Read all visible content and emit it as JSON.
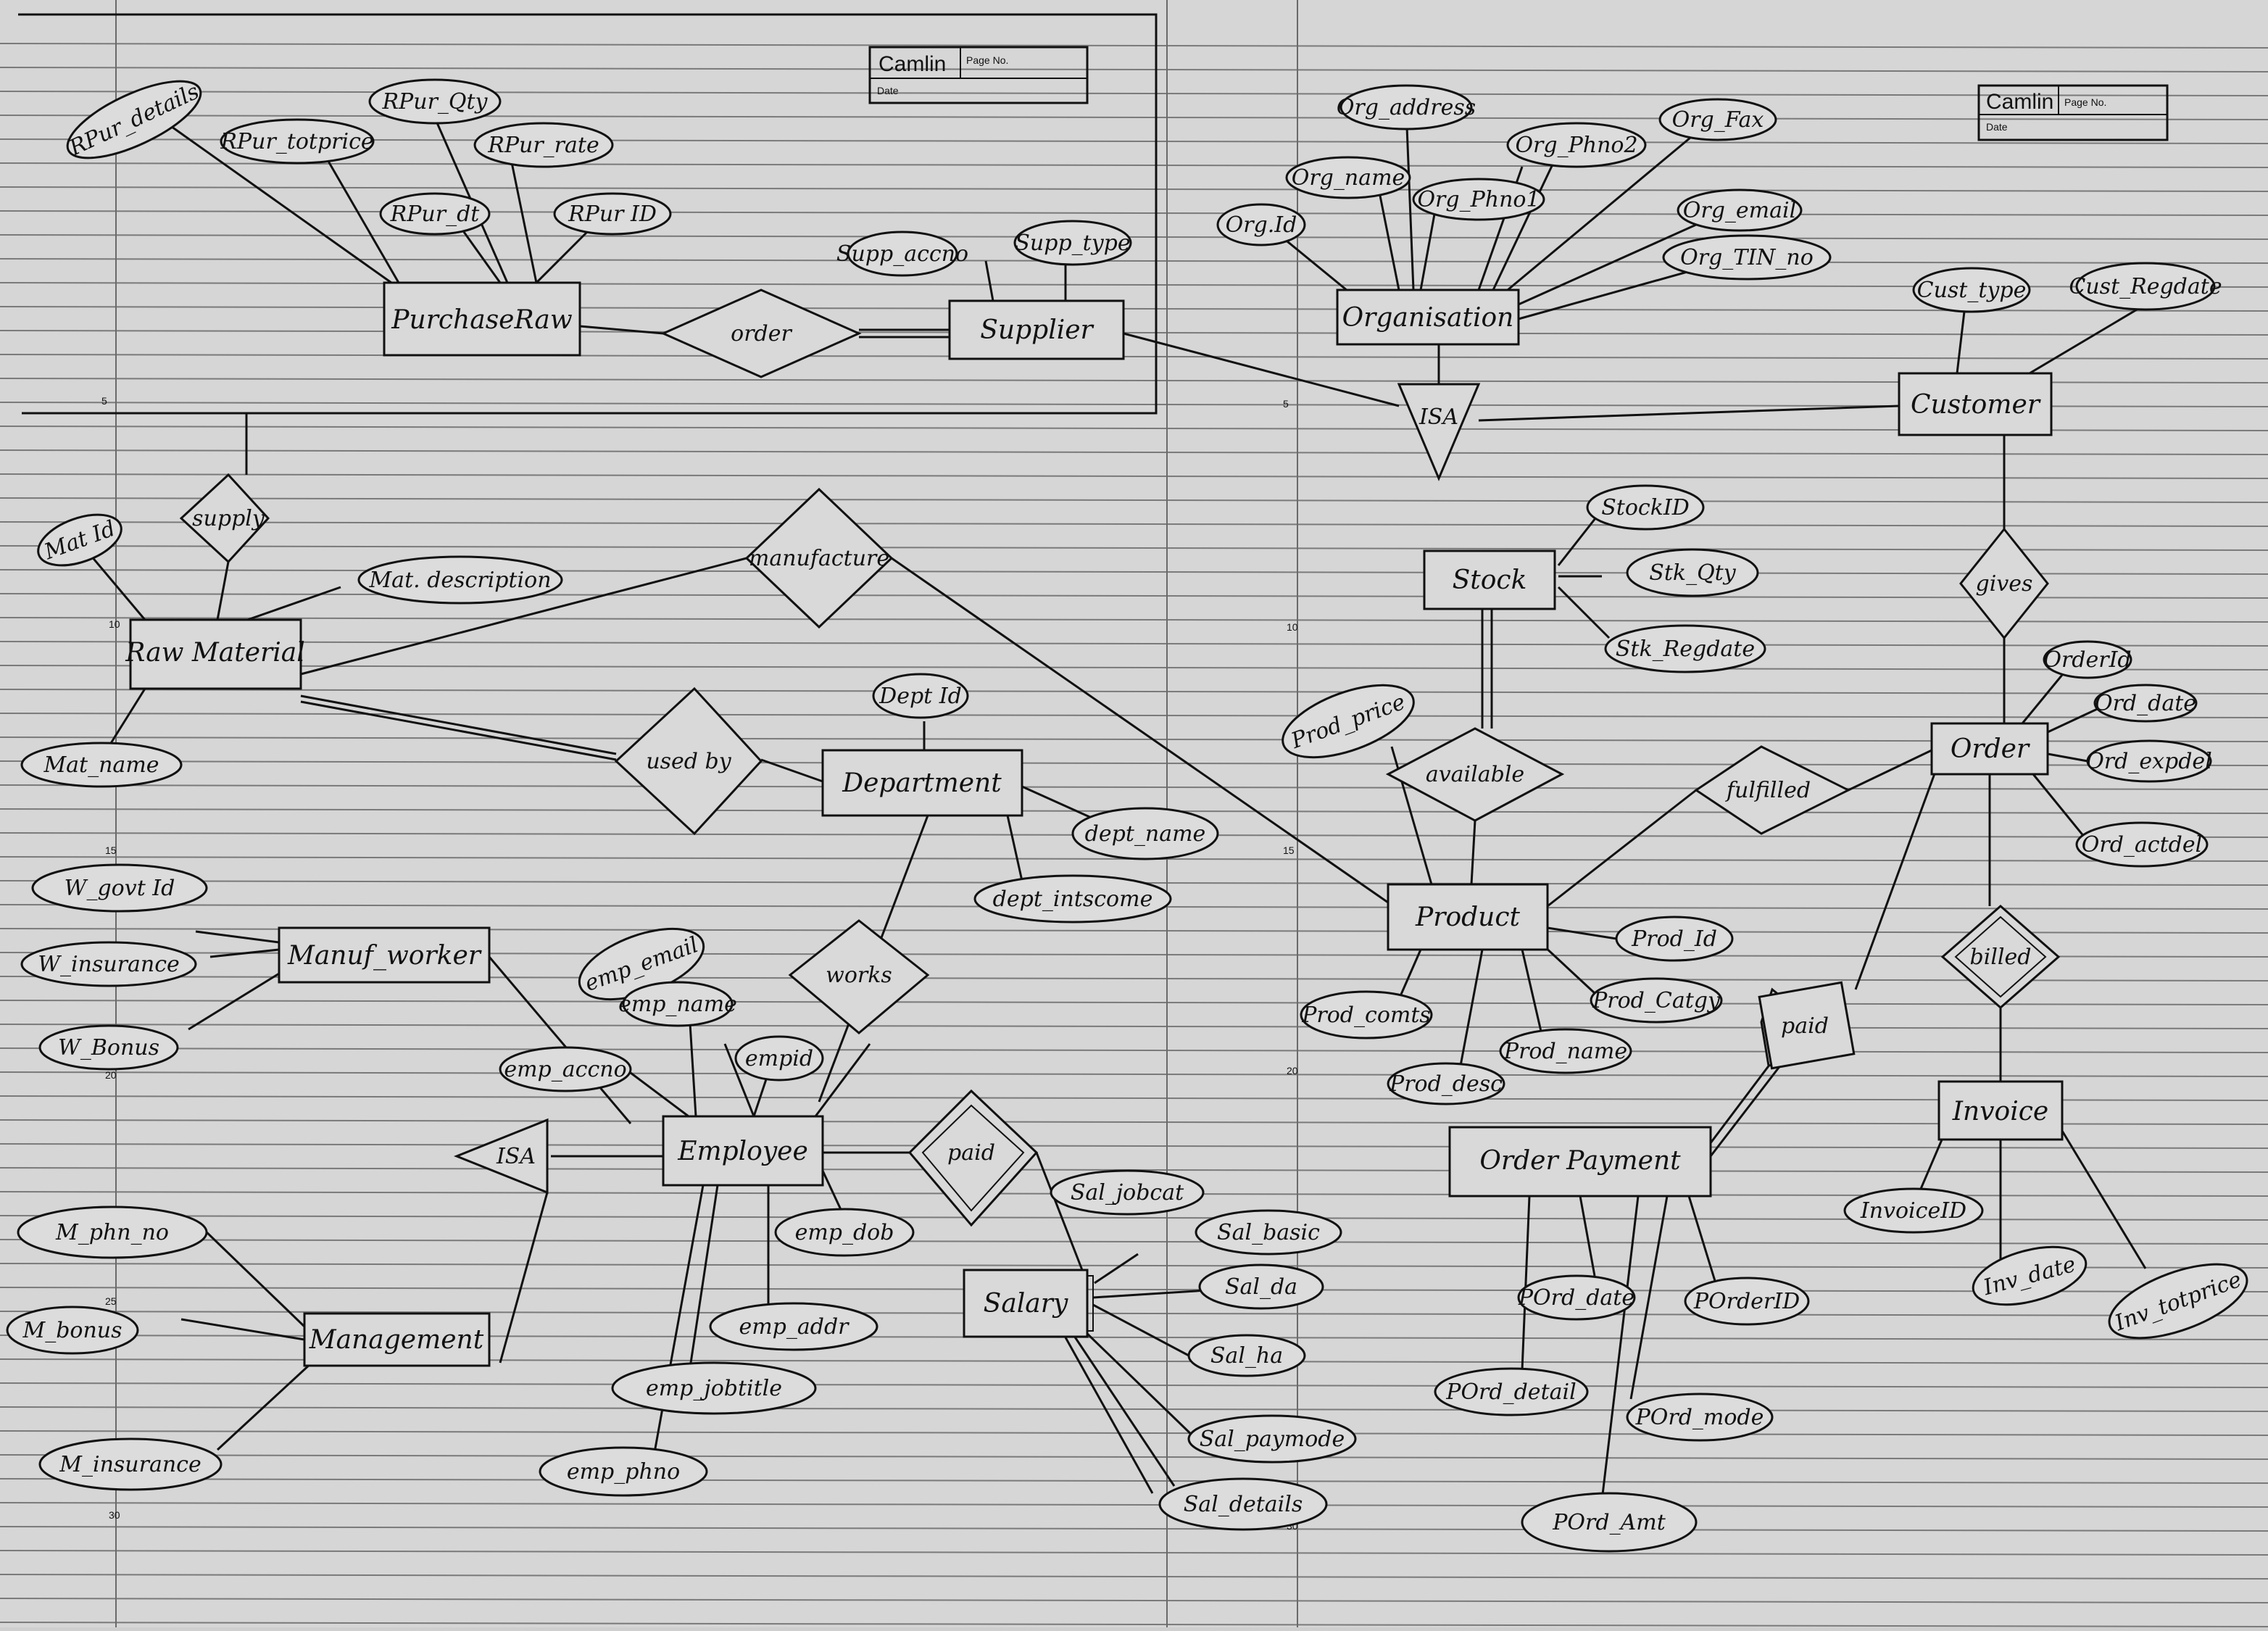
{
  "notebook": {
    "brand": "Camlin",
    "page_no_label": "Page No.",
    "date_label": "Date",
    "margin_numbers": [
      "5",
      "10",
      "15",
      "20",
      "25",
      "30"
    ]
  },
  "colors": {
    "paper": "#d6d6d6",
    "ink": "#111111",
    "rule": "#7a7a7a"
  },
  "entities": {
    "purchase_raw": "PurchaseRaw",
    "supplier": "Supplier",
    "organisation": "Organisation",
    "customer": "Customer",
    "raw_material": "Raw Material",
    "department": "Department",
    "stock": "Stock",
    "order": "Order",
    "product": "Product",
    "manuf_worker": "Manuf_worker",
    "employee": "Employee",
    "salary": "Salary",
    "order_payment": "Order Payment",
    "invoice": "Invoice",
    "management": "Management"
  },
  "relationships": {
    "order": "order",
    "supply": "supply",
    "manufacture": "manufacture",
    "used_by": "used by",
    "available": "available",
    "gives": "gives",
    "fulfilled": "fulfilled",
    "billed": "billed",
    "works": "works",
    "paid": "paid",
    "paid_product": "paid"
  },
  "isa": {
    "organisation": "ISA",
    "employee": "ISA"
  },
  "attributes": {
    "rpur_details": "RPur_details",
    "rpur_qty": "RPur_Qty",
    "rpur_totprice": "RPur_totprice",
    "rpur_rate": "RPur_rate",
    "rpur_dt": "RPur_dt",
    "rpur_id": "RPur ID",
    "supp_accno": "Supp_accno",
    "supp_type": "Supp_type",
    "org_address": "Org_address",
    "org_fax": "Org_Fax",
    "org_phno2": "Org_Phno2",
    "org_name": "Org_name",
    "org_phno1": "Org_Phno1",
    "org_email": "Org_email",
    "org_id": "Org.Id",
    "org_tin": "Org_TIN_no",
    "cust_type": "Cust_type",
    "cust_regdate": "Cust_Regdate",
    "mat_id": "Mat Id",
    "mat_description": "Mat. description",
    "mat_name": "Mat_name",
    "stock_id": "StockID",
    "stk_qty": "Stk_Qty",
    "stk_regdate": "Stk_Regdate",
    "dept_id": "Dept Id",
    "dept_name": "dept_name",
    "dept_intscome": "dept_intscome",
    "prod_price": "Prod_price",
    "order_id": "OrderId",
    "ord_date": "Ord_date",
    "ord_exdel": "Ord_expdel",
    "ord_actdel": "Ord_actdel",
    "prod_id": "Prod_Id",
    "prod_catgy": "Prod_Catgy",
    "prod_comts": "Prod_comts",
    "prod_desc": "Prod_desc",
    "prod_name": "Prod_name",
    "w_govt_id": "W_govt Id",
    "w_insurance": "W_insurance",
    "w_bonus": "W_Bonus",
    "emp_email": "emp_email",
    "emp_name": "emp_name",
    "emp_id": "empid",
    "emp_accno": "emp_accno",
    "emp_dob": "emp_dob",
    "emp_addr": "emp_addr",
    "emp_jobtitle": "emp_jobtitle",
    "emp_phno": "emp_phno",
    "sal_jobcat": "Sal_jobcat",
    "sal_basic": "Sal_basic",
    "sal_da": "Sal_da",
    "sal_ha": "Sal_ha",
    "sal_paymode": "Sal_paymode",
    "sal_details": "Sal_details",
    "pord_date": "POrd_date",
    "pord_id": "POrderID",
    "pord_detail": "POrd_detail",
    "pord_mode": "POrd_mode",
    "pord_amt": "POrd_Amt",
    "invoice_id": "InvoiceID",
    "inv_date": "Inv_date",
    "inv_totprice": "Inv_totprice",
    "m_phno": "M_phn_no",
    "m_bonus": "M_bonus",
    "m_insurance": "M_insurance"
  }
}
